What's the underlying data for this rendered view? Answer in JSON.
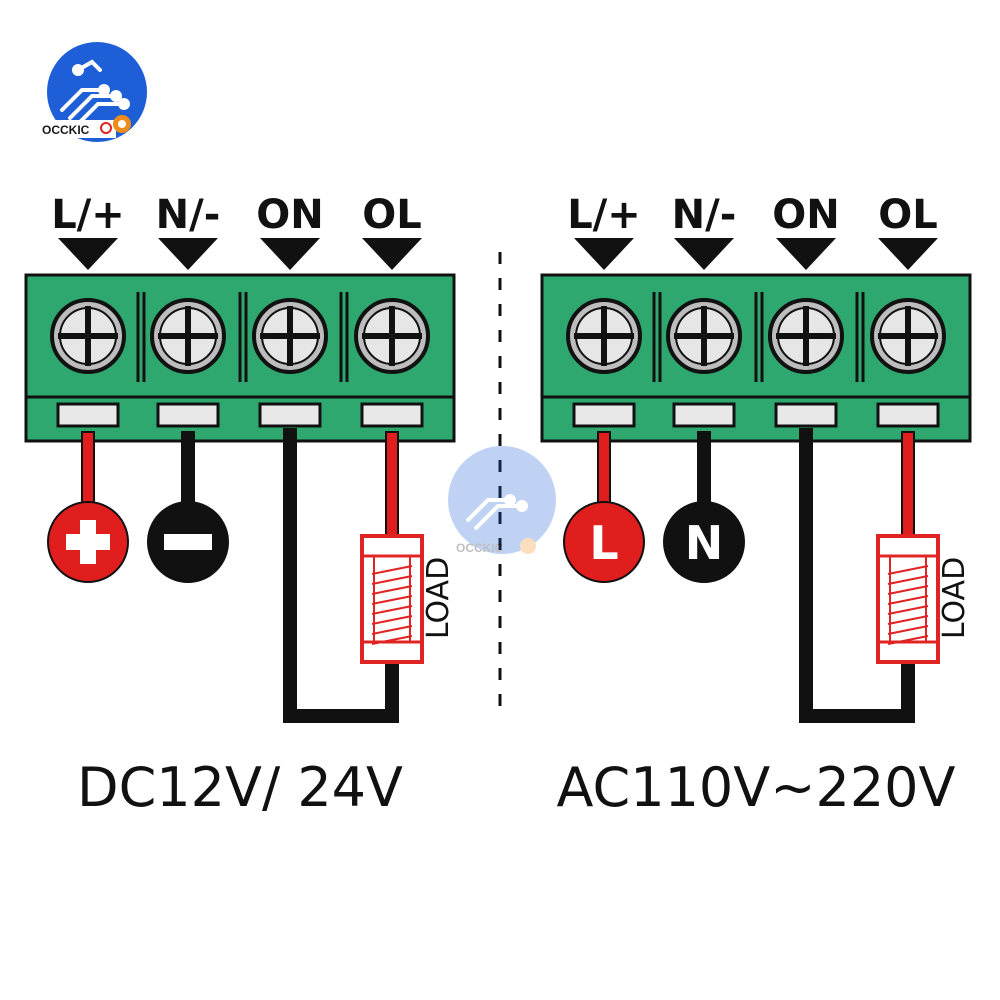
{
  "brand": {
    "name": "OCCKIC",
    "watermark_text": "OCCKIC"
  },
  "colors": {
    "terminal_green": "#2fa870",
    "terminal_dark": "#1e8a58",
    "wire_red": "#e01e1e",
    "wire_black": "#111111",
    "load_red": "#e02424",
    "logo_blue": "#1e5fd8",
    "logo_orange": "#f08c1a"
  },
  "diagrams": [
    {
      "id": "dc",
      "caption": "DC12V/ 24V",
      "terminals": [
        "L/+",
        "N/-",
        "ON",
        "OL"
      ],
      "supply": [
        {
          "symbol": "+",
          "color": "#e01e1e"
        },
        {
          "symbol": "-",
          "color": "#111111"
        }
      ],
      "load_label": "LOAD"
    },
    {
      "id": "ac",
      "caption": "AC110V~220V",
      "terminals": [
        "L/+",
        "N/-",
        "ON",
        "OL"
      ],
      "supply": [
        {
          "symbol": "L",
          "color": "#e01e1e"
        },
        {
          "symbol": "N",
          "color": "#111111"
        }
      ],
      "load_label": "LOAD"
    }
  ]
}
